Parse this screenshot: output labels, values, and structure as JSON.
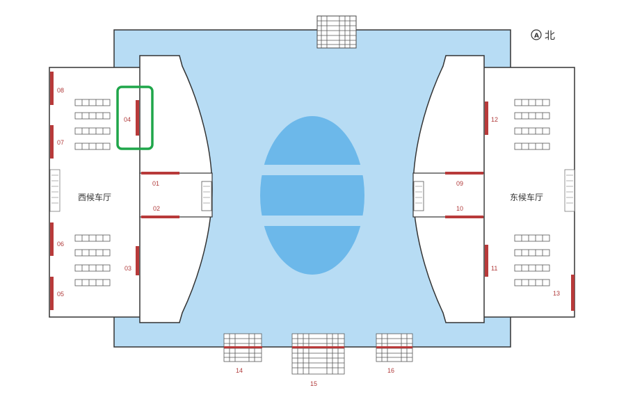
{
  "compass": {
    "mark": "A",
    "label": "北"
  },
  "halls": {
    "west": "西候车厅",
    "east": "东候车厅"
  },
  "gates": {
    "g01": "01",
    "g02": "02",
    "g03": "03",
    "g04": "04",
    "g05": "05",
    "g06": "06",
    "g07": "07",
    "g08": "08",
    "g09": "09",
    "g10": "10",
    "g11": "11",
    "g12": "12",
    "g13": "13",
    "g14": "14",
    "g15": "15",
    "g16": "16"
  },
  "highlighted_gate": "04",
  "colors": {
    "floor_blue": "#b7dcf4",
    "ellipse_blue": "#6cb8ea",
    "gate_red": "#b83a3a",
    "highlight_green": "#1fa64a",
    "wall_dark": "#333333"
  }
}
